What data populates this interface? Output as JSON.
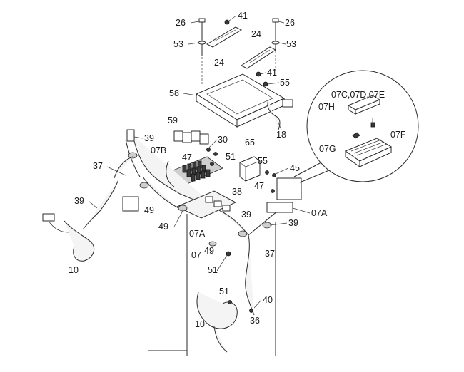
{
  "callouts": [
    {
      "id": "26-left",
      "text": "26"
    },
    {
      "id": "41-top",
      "text": "41"
    },
    {
      "id": "26-right",
      "text": "26"
    },
    {
      "id": "24-upper",
      "text": "24"
    },
    {
      "id": "53-left",
      "text": "53"
    },
    {
      "id": "53-right",
      "text": "53"
    },
    {
      "id": "24-lower",
      "text": "24"
    },
    {
      "id": "41-mid",
      "text": "41"
    },
    {
      "id": "55-top",
      "text": "55"
    },
    {
      "id": "58",
      "text": "58"
    },
    {
      "id": "18",
      "text": "18"
    },
    {
      "id": "59",
      "text": "59"
    },
    {
      "id": "39-top",
      "text": "39"
    },
    {
      "id": "30",
      "text": "30"
    },
    {
      "id": "07B",
      "text": "07B"
    },
    {
      "id": "65",
      "text": "65"
    },
    {
      "id": "47-top",
      "text": "47"
    },
    {
      "id": "51-top",
      "text": "51"
    },
    {
      "id": "37-left",
      "text": "37"
    },
    {
      "id": "55-mid",
      "text": "55"
    },
    {
      "id": "45",
      "text": "45"
    },
    {
      "id": "39-left",
      "text": "39"
    },
    {
      "id": "38",
      "text": "38"
    },
    {
      "id": "47-mid",
      "text": "47"
    },
    {
      "id": "49-top",
      "text": "49"
    },
    {
      "id": "39-mid",
      "text": "39"
    },
    {
      "id": "07A-right",
      "text": "07A"
    },
    {
      "id": "49-left",
      "text": "49"
    },
    {
      "id": "07A-mid",
      "text": "07A"
    },
    {
      "id": "39-right",
      "text": "39"
    },
    {
      "id": "49-mid",
      "text": "49"
    },
    {
      "id": "07",
      "text": "07"
    },
    {
      "id": "37-right",
      "text": "37"
    },
    {
      "id": "10-left",
      "text": "10"
    },
    {
      "id": "51-mid",
      "text": "51"
    },
    {
      "id": "51-low",
      "text": "51"
    },
    {
      "id": "40",
      "text": "40"
    },
    {
      "id": "36",
      "text": "36"
    },
    {
      "id": "10-low",
      "text": "10"
    }
  ],
  "detail": {
    "callouts": [
      {
        "id": "07C-07D-07E",
        "text": "07C,07D,07E"
      },
      {
        "id": "07H",
        "text": "07H"
      },
      {
        "id": "07G",
        "text": "07G"
      },
      {
        "id": "07F",
        "text": "07F"
      }
    ]
  }
}
